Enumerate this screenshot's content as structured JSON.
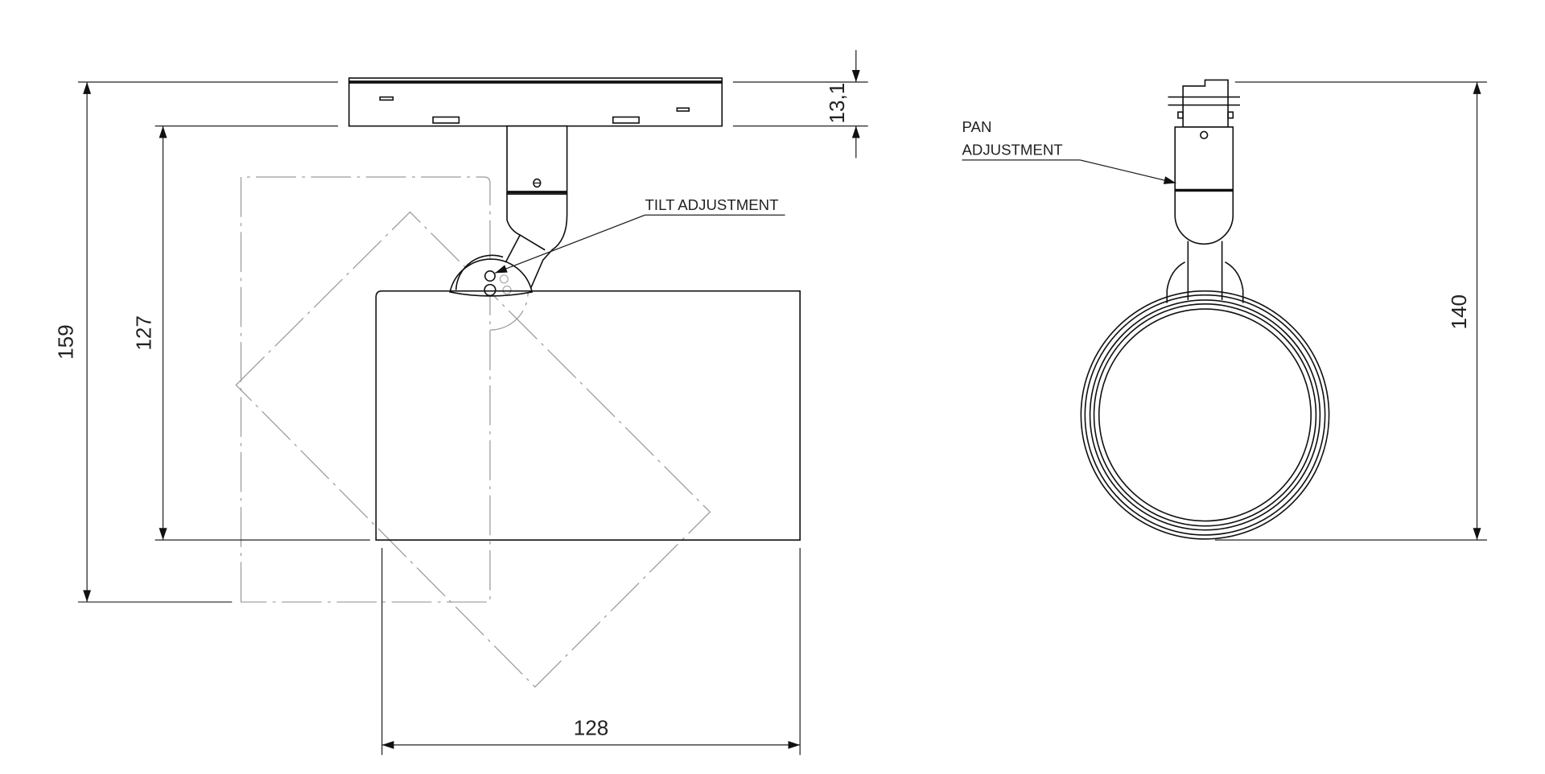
{
  "drawing": {
    "dimensions": {
      "overall_height": "159",
      "body_height": "127",
      "body_length": "128",
      "adapter_height": "13,1",
      "front_height": "140"
    },
    "labels": {
      "tilt": "TILT ADJUSTMENT",
      "pan_line1": "PAN",
      "pan_line2": "ADJUSTMENT"
    }
  }
}
